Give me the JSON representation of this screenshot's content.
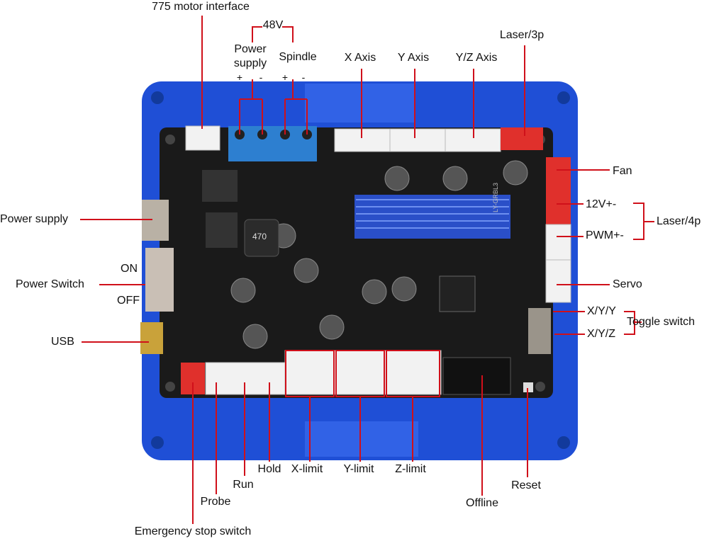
{
  "labels": {
    "motor_775": "775 motor interface",
    "v48": "48V",
    "power_supply_top_1": "Power",
    "power_supply_top_2": "supply",
    "spindle": "Spindle",
    "plus": "+",
    "minus": "-",
    "x_axis": "X Axis",
    "y_axis": "Y Axis",
    "yz_axis": "Y/Z Axis",
    "laser_3p": "Laser/3p",
    "fan": "Fan",
    "v12": "12V+-",
    "pwm": "PWM+-",
    "laser_4p": "Laser/4p",
    "servo": "Servo",
    "xyy": "X/Y/Y",
    "xyz": "X/Y/Z",
    "toggle_switch": "Toggle switch",
    "power_supply_left": "Power supply",
    "on": "ON",
    "power_switch": "Power Switch",
    "off": "OFF",
    "usb": "USB",
    "probe": "Probe",
    "run": "Run",
    "hold": "Hold",
    "x_limit": "X-limit",
    "y_limit": "Y-limit",
    "z_limit": "Z-limit",
    "offline": "Offline",
    "reset": "Reset",
    "emergency_stop": "Emergency stop switch"
  },
  "board_marking": "LY-GRBL3",
  "inductor_marking": "470",
  "colors": {
    "case": "#1f4fd6",
    "pcb": "#1a1a1a",
    "leader": "#d0101a",
    "connector_red": "#e0302c",
    "connector_white": "#f2f2f2",
    "terminal": "#2d7fd0",
    "heatsink": "#2a4fc8"
  }
}
